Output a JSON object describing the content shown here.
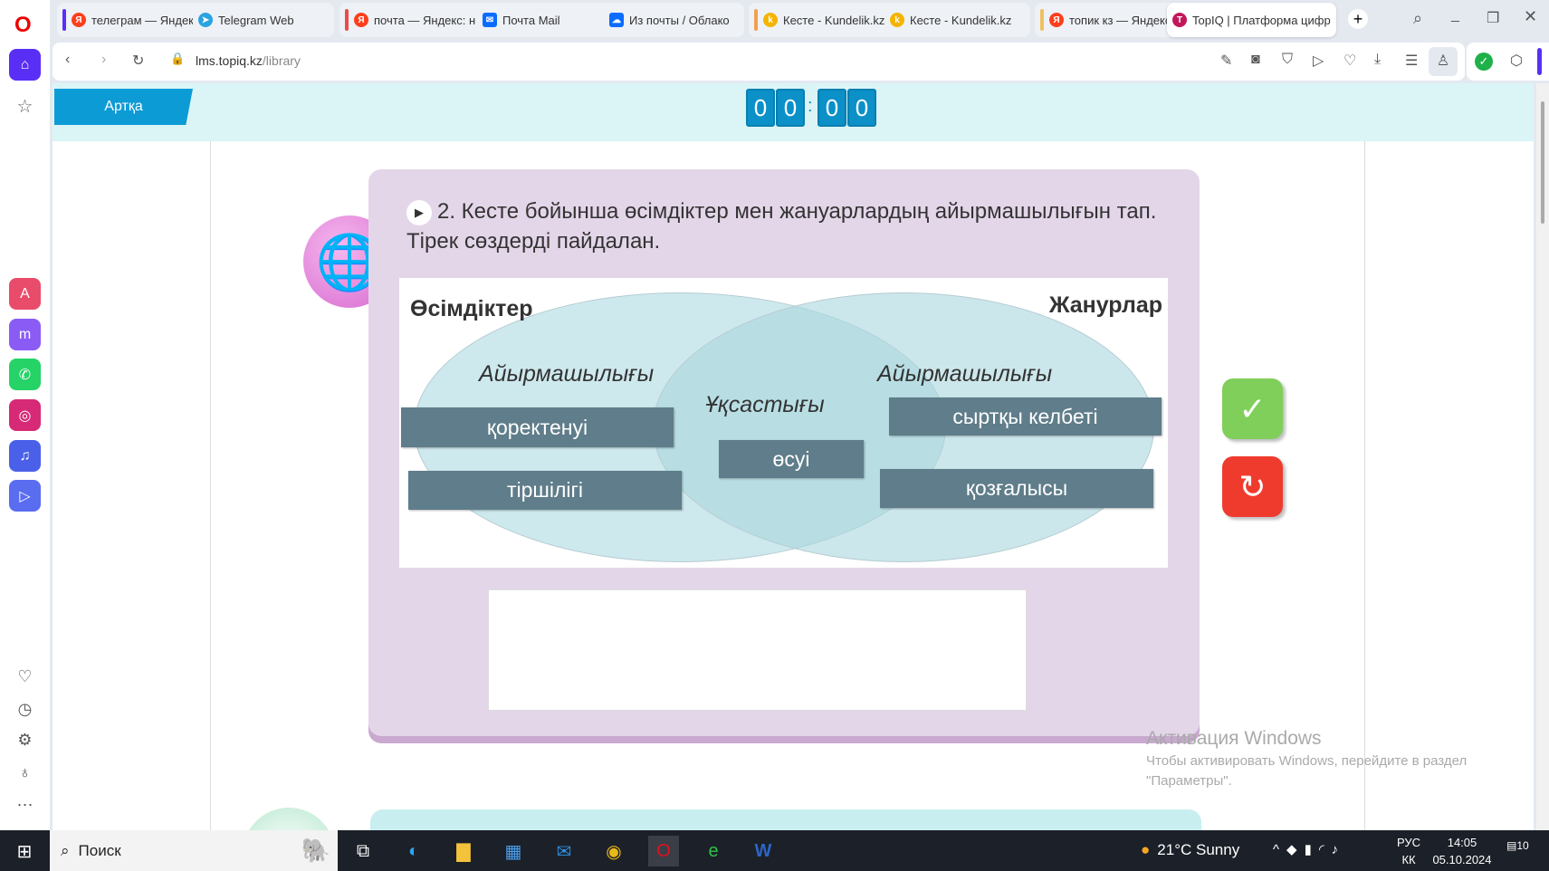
{
  "tabs": [
    {
      "label": "телеграм — Яндекс",
      "color": "#fc3f1d",
      "icon": "yandex-icon"
    },
    {
      "label": "Telegram Web",
      "color": "#2aa3e0",
      "icon": "telegram-icon"
    },
    {
      "label": "почта — Яндекс: н",
      "color": "#fc3f1d",
      "icon": "yandex-icon"
    },
    {
      "label": "Почта Mail",
      "color": "#0a6cff",
      "icon": "mail-icon"
    },
    {
      "label": "Из почты / Облако",
      "color": "#0a6cff",
      "icon": "cloud-icon"
    },
    {
      "label": "Кесте - Kundelik.kz",
      "color": "#f4b400",
      "icon": "kundelik-icon"
    },
    {
      "label": "Кесте - Kundelik.kz",
      "color": "#f4b400",
      "icon": "kundelik-icon"
    },
    {
      "label": "топик кз — Яндекс",
      "color": "#fc3f1d",
      "icon": "yandex-icon"
    },
    {
      "label": "TopIQ | Платформа цифр",
      "color": "#c2185b",
      "icon": "topiq-icon"
    }
  ],
  "address": {
    "domain": "lms.topiq.kz",
    "path": "/library"
  },
  "header": {
    "back_label": "Артқа",
    "timer": [
      "0",
      "0",
      ":",
      "0",
      "0"
    ]
  },
  "task": {
    "question": "2. Кесте бойынша өсімдіктер мен жануарлардың айырмашылығын тап. Тірек сөздерді пайдалан.",
    "left_title": "Өсімдіктер",
    "right_title": "Жанурлар",
    "left_sub": "Айырмашылығы",
    "middle_sub": "Ұқсастығы",
    "right_sub": "Айырмашылығы",
    "words": [
      "қоректенуі",
      "тіршілігі",
      "өсуі",
      "сыртқы келбеті",
      "қозғалысы"
    ],
    "answer": ""
  },
  "watermark": {
    "title": "Активация Windows",
    "text": "Чтобы активировать Windows, перейдите в раздел \"Параметры\"."
  },
  "taskbar": {
    "search": "Поиск",
    "weather": "21°C  Sunny",
    "lang1": "РУС",
    "lang2": "КК",
    "time": "14:05",
    "date": "05.10.2024",
    "notifications": "10"
  }
}
